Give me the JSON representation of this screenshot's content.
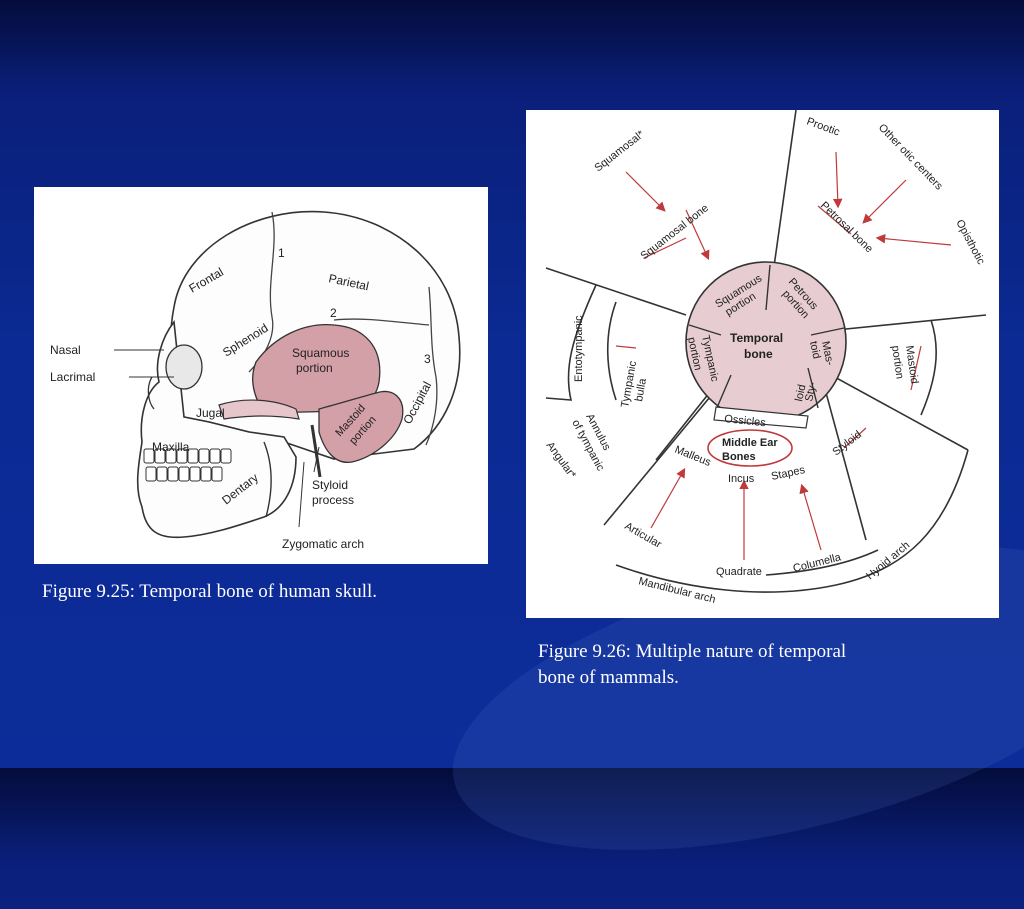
{
  "figure_left": {
    "caption": "Figure 9.25: Temporal bone of human skull.",
    "labels": {
      "frontal": "Frontal",
      "parietal": "Parietal",
      "nasal": "Nasal",
      "lacrimal": "Lacrimal",
      "sphenoid": "Sphenoid",
      "squamous": "Squamous",
      "portion": "portion",
      "jugal": "Jugal",
      "maxilla": "Maxilla",
      "mastoid": "Mastoid",
      "mastoid_portion": "portion",
      "occipital": "Occipital",
      "dentary": "Dentary",
      "styloid": "Styloid",
      "process": "process",
      "zygomatic_arch": "Zygomatic arch",
      "num1": "1",
      "num2": "2",
      "num3": "3"
    }
  },
  "figure_right": {
    "caption_line1": "Figure 9.26: Multiple nature of temporal",
    "caption_line2": "bone of mammals.",
    "labels": {
      "squamosal_star": "Squamosal*",
      "prootic": "Prootic",
      "other_otic": "Other otic centers",
      "squamosal_bone": "Squamosal bone",
      "petrosal_bone": "Petrosal bone",
      "opisthotic": "Opisthotic",
      "squamous": "Squamous",
      "portion1": "portion",
      "petrous": "Petrous",
      "portion2": "portion",
      "temporal": "Temporal",
      "bone": "bone",
      "tympanic": "Tympanic",
      "portion3": "portion",
      "mas": "Mas-",
      "toid": "toid",
      "sty": "Sty-",
      "loid": "loid",
      "mastoid": "Mastoid",
      "portion4": "portion",
      "entotympanic": "Entotympanic",
      "tympanic_bulla1": "Tympanic",
      "tympanic_bulla2": "bulla",
      "ossicles": "Ossicles",
      "middle_ear1": "Middle Ear",
      "middle_ear2": "Bones",
      "styloid": "Styloid",
      "annulus1": "Annulus",
      "annulus2": "of tympanic",
      "angular": "Angular*",
      "malleus": "Malleus",
      "incus": "Incus",
      "stapes": "Stapes",
      "articular": "Articular",
      "quadrate": "Quadrate",
      "columella": "Columella",
      "hyoid_arch": "Hyoid arch",
      "mandibular_arch": "Mandibular arch"
    }
  },
  "colors": {
    "bone_pink": "#d4a0a8",
    "arrow_red": "#c0393b",
    "background_blue": "#0b2a93"
  }
}
